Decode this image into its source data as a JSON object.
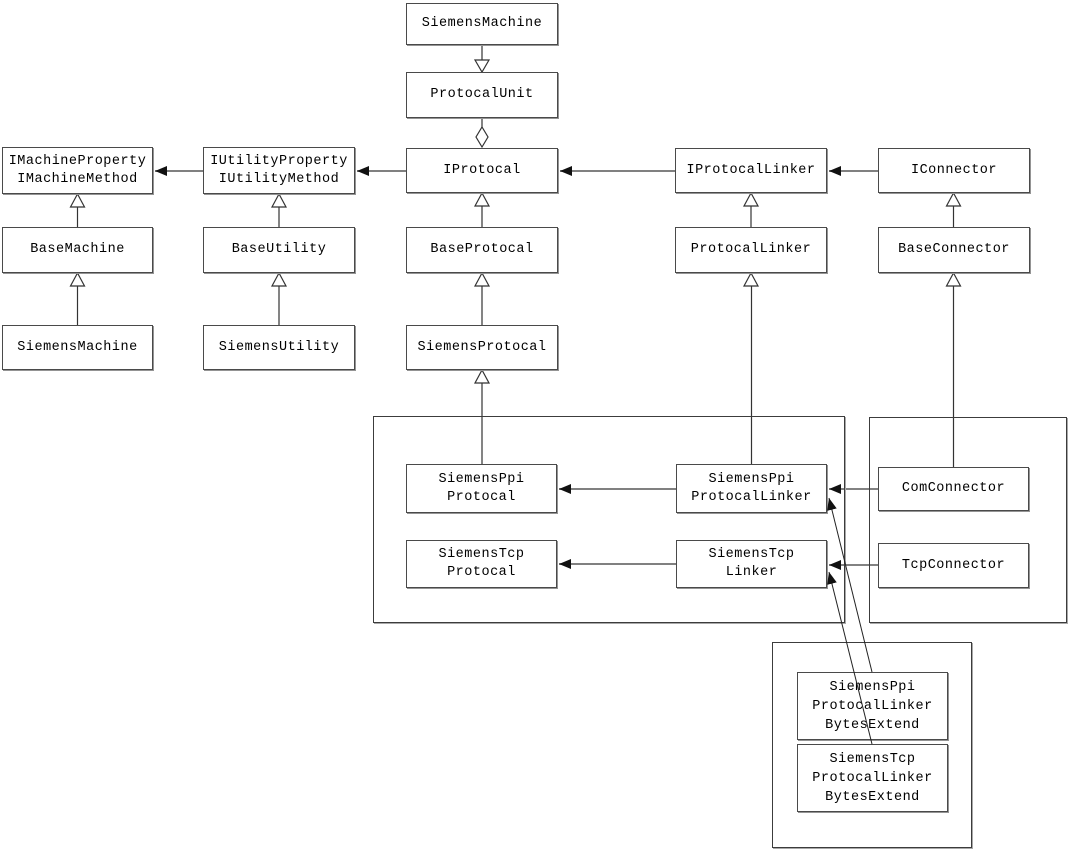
{
  "colors": {
    "background": "#ffffff",
    "box_border": "#4a4a4a",
    "box_shadow": "#949494",
    "association_line": "#808080",
    "inheritance_line": "#333333",
    "arrowhead_fill": "#111111"
  },
  "nodes": {
    "siemensMachineTop": {
      "label": "SiemensMachine"
    },
    "protocalUnit": {
      "label": "ProtocalUnit"
    },
    "iMachine": {
      "label": "IMachineProperty\nIMachineMethod"
    },
    "iUtility": {
      "label": "IUtilityProperty\nIUtilityMethod"
    },
    "iProtocal": {
      "label": "IProtocal"
    },
    "iProtocalLinker": {
      "label": "IProtocalLinker"
    },
    "iConnector": {
      "label": "IConnector"
    },
    "baseMachine": {
      "label": "BaseMachine"
    },
    "baseUtility": {
      "label": "BaseUtility"
    },
    "baseProtocal": {
      "label": "BaseProtocal"
    },
    "protocalLinker": {
      "label": "ProtocalLinker"
    },
    "baseConnector": {
      "label": "BaseConnector"
    },
    "siemensMachine": {
      "label": "SiemensMachine"
    },
    "siemensUtility": {
      "label": "SiemensUtility"
    },
    "siemensProtocal": {
      "label": "SiemensProtocal"
    },
    "siemensPpiProtocal": {
      "label": "SiemensPpi\nProtocal"
    },
    "siemensPpiProtocalLinker": {
      "label": "SiemensPpi\nProtocalLinker"
    },
    "siemensTcpProtocal": {
      "label": "SiemensTcp\nProtocal"
    },
    "siemensTcpLinker": {
      "label": "SiemensTcp\nLinker"
    },
    "comConnector": {
      "label": "ComConnector"
    },
    "tcpConnector": {
      "label": "TcpConnector"
    },
    "ppiBytesExtend": {
      "label": "SiemensPpi\nProtocalLinker\nBytesExtend"
    },
    "tcpBytesExtend": {
      "label": "SiemensTcp\nProtocalLinker\nBytesExtend"
    }
  },
  "relationships": [
    {
      "from": "SiemensMachine",
      "to": "ProtocalUnit",
      "type": "inheritance-hollow-triangle-down"
    },
    {
      "from": "ProtocalUnit",
      "to": "IProtocal",
      "type": "aggregation-hollow-diamond"
    },
    {
      "from": "IProtocal",
      "to": "IUtilityProperty/IUtilityMethod",
      "type": "reference-filled-arrow"
    },
    {
      "from": "IUtilityProperty/IUtilityMethod",
      "to": "IMachineProperty/IMachineMethod",
      "type": "reference-filled-arrow"
    },
    {
      "from": "IProtocalLinker",
      "to": "IProtocal",
      "type": "reference-filled-arrow"
    },
    {
      "from": "IConnector",
      "to": "IProtocalLinker",
      "type": "reference-filled-arrow"
    },
    {
      "from": "BaseMachine",
      "to": "IMachineProperty/IMachineMethod",
      "type": "inheritance-hollow-triangle"
    },
    {
      "from": "SiemensMachine",
      "to": "BaseMachine",
      "type": "inheritance-hollow-triangle"
    },
    {
      "from": "BaseUtility",
      "to": "IUtilityProperty/IUtilityMethod",
      "type": "inheritance-hollow-triangle"
    },
    {
      "from": "SiemensUtility",
      "to": "BaseUtility",
      "type": "inheritance-hollow-triangle"
    },
    {
      "from": "BaseProtocal",
      "to": "IProtocal",
      "type": "inheritance-hollow-triangle"
    },
    {
      "from": "SiemensProtocal",
      "to": "BaseProtocal",
      "type": "inheritance-hollow-triangle"
    },
    {
      "from": "SiemensPpiProtocal",
      "to": "SiemensProtocal",
      "type": "inheritance-hollow-triangle"
    },
    {
      "from": "ProtocalLinker",
      "to": "IProtocalLinker",
      "type": "inheritance-hollow-triangle"
    },
    {
      "from": "SiemensPpiProtocalLinker",
      "to": "ProtocalLinker",
      "type": "inheritance-hollow-triangle"
    },
    {
      "from": "BaseConnector",
      "to": "IConnector",
      "type": "inheritance-hollow-triangle"
    },
    {
      "from": "ComConnector",
      "to": "BaseConnector",
      "type": "inheritance-hollow-triangle"
    },
    {
      "from": "SiemensPpiProtocalLinker",
      "to": "SiemensPpiProtocal",
      "type": "reference-filled-arrow"
    },
    {
      "from": "SiemensTcpLinker",
      "to": "SiemensTcpProtocal",
      "type": "reference-filled-arrow"
    },
    {
      "from": "ComConnector",
      "to": "SiemensPpiProtocalLinker",
      "type": "reference-filled-arrow"
    },
    {
      "from": "TcpConnector",
      "to": "SiemensTcpLinker",
      "type": "reference-filled-arrow"
    },
    {
      "from": "SiemensPpiProtocalLinkerBytesExtend",
      "to": "SiemensPpiProtocalLinker",
      "type": "reference-filled-arrow"
    },
    {
      "from": "SiemensTcpProtocalLinkerBytesExtend",
      "to": "SiemensTcpLinker",
      "type": "reference-filled-arrow"
    }
  ]
}
